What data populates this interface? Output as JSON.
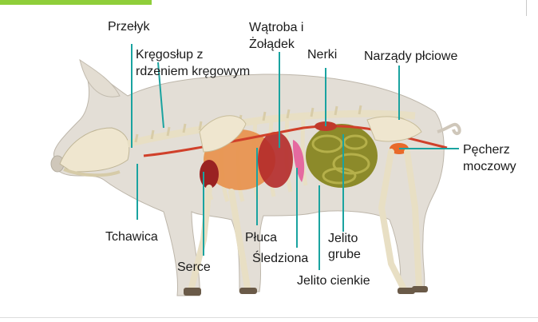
{
  "colors": {
    "accent_bar": "#8fce3a",
    "leader_line": "#1aa3a0",
    "pig_skin": "#d9d3c8",
    "bone": "#efe6cf",
    "lungs": "#e8904a",
    "liver": "#b42a2a",
    "intestine": "#8c8a2a",
    "spleen": "#e56aa0",
    "vessel": "#d0402a"
  },
  "labels": {
    "esophagus": "Przełyk",
    "spine_line1": "Kręgosłup z",
    "spine_line2": "rdzeniem kręgowym",
    "liver_line1": "Wątroba i",
    "liver_line2": "Żołądek",
    "kidneys": "Nerki",
    "reproductive": "Narządy płciowe",
    "bladder_line1": "Pęcherz",
    "bladder_line2": "moczowy",
    "trachea": "Tchawica",
    "heart": "Serce",
    "lungs": "Płuca",
    "spleen": "Śledziona",
    "large_intestine_line1": "Jelito",
    "large_intestine_line2": "grube",
    "small_intestine": "Jelito cienkie"
  }
}
